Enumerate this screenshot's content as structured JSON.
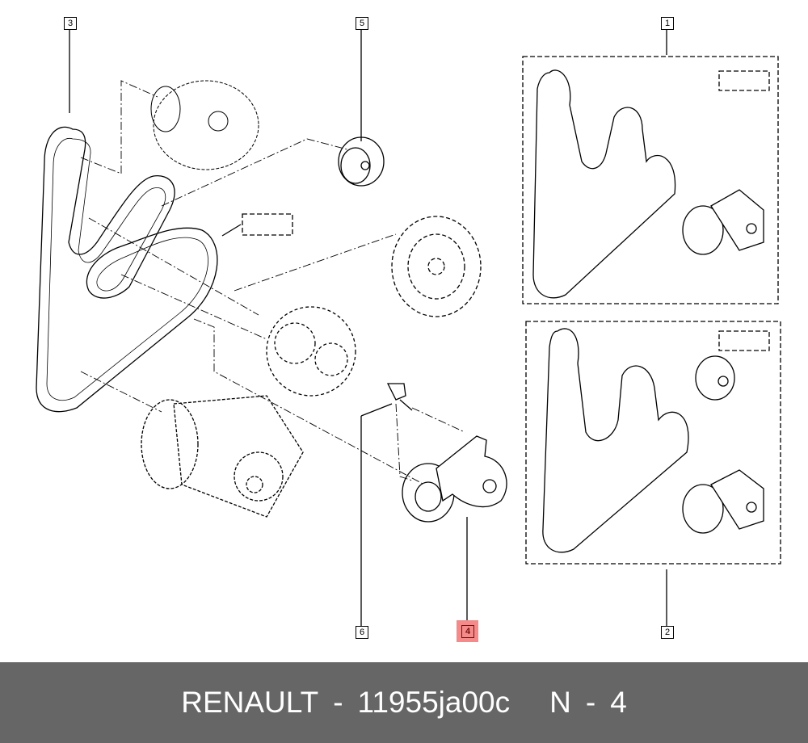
{
  "callouts": {
    "c1": "1",
    "c2": "2",
    "c3": "3",
    "c4": "4",
    "c5": "5",
    "c6": "6"
  },
  "highlighted_callout": "4",
  "highlight_color": "#f48a8a",
  "footer": {
    "brand": "RENAULT",
    "separator": "-",
    "part_number": "11955ja00c",
    "ref_prefix": "N",
    "ref_separator": "-",
    "ref_number": "4"
  }
}
